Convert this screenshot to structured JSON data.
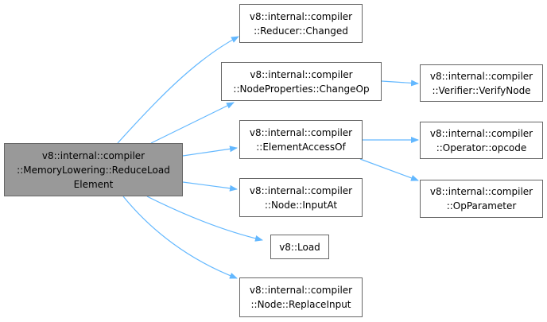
{
  "edge_color": "#63b8ff",
  "node_border_color": "#666666",
  "root_fill_color": "#999999",
  "nodes": {
    "reduce_load_element": {
      "lines": [
        "v8::internal::compiler",
        "::MemoryLowering::ReduceLoad",
        "Element"
      ]
    },
    "reducer_changed": {
      "lines": [
        "v8::internal::compiler",
        "::Reducer::Changed"
      ]
    },
    "change_op": {
      "lines": [
        "v8::internal::compiler",
        "::NodeProperties::ChangeOp"
      ]
    },
    "verify_node": {
      "lines": [
        "v8::internal::compiler",
        "::Verifier::VerifyNode"
      ]
    },
    "element_access_of": {
      "lines": [
        "v8::internal::compiler",
        "::ElementAccessOf"
      ]
    },
    "opcode": {
      "lines": [
        "v8::internal::compiler",
        "::Operator::opcode"
      ]
    },
    "op_parameter": {
      "lines": [
        "v8::internal::compiler",
        "::OpParameter"
      ]
    },
    "input_at": {
      "lines": [
        "v8::internal::compiler",
        "::Node::InputAt"
      ]
    },
    "load": {
      "lines": [
        "v8::Load"
      ]
    },
    "replace_input": {
      "lines": [
        "v8::internal::compiler",
        "::Node::ReplaceInput"
      ]
    }
  }
}
